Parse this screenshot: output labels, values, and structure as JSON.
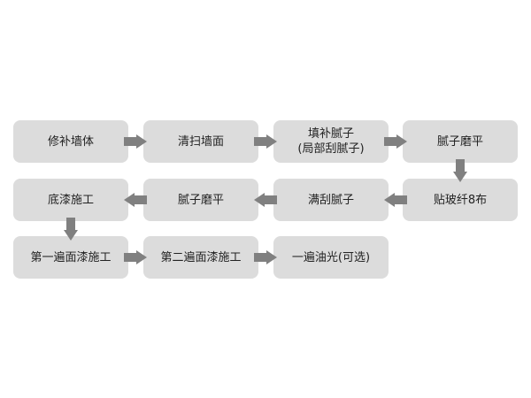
{
  "colors": {
    "box_fill": "#dcdcdc",
    "arrow": "#808080",
    "text": "#222222"
  },
  "steps": {
    "s1": "修补墙体",
    "s2": "清扫墙面",
    "s3_line1": "填补腻子",
    "s3_line2": "(局部刮腻子)",
    "s4": "腻子磨平",
    "s5": "贴玻纤8布",
    "s6": "满刮腻子",
    "s7": "腻子磨平",
    "s8": "底漆施工",
    "s9": "第一遍面漆施工",
    "s10": "第二遍面漆施工",
    "s11": "一遍油光(可选)"
  }
}
